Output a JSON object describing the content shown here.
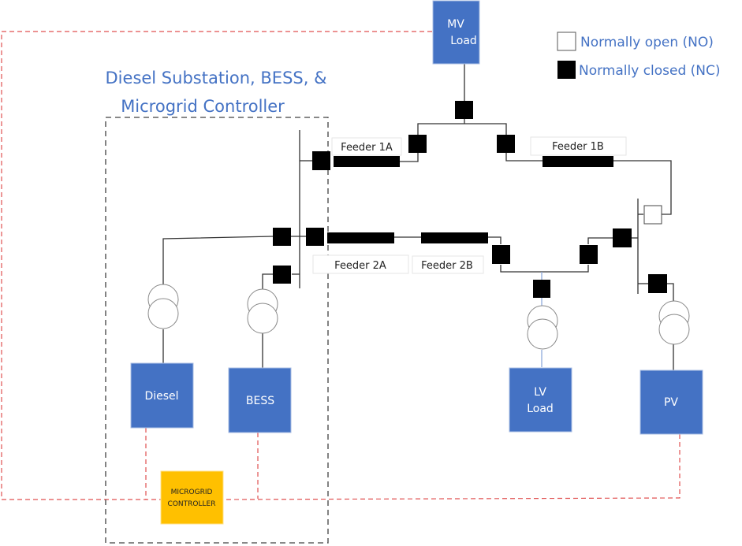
{
  "title": {
    "line1": "Diesel Substation, BESS, &",
    "line2": "Microgrid Controller"
  },
  "legend": {
    "open_label": "Normally open (NO)",
    "closed_label": "Normally closed (NC)"
  },
  "nodes": {
    "mv_load": {
      "line1": "MV",
      "line2": "Load"
    },
    "lv_load": {
      "line1": "LV",
      "line2": "Load"
    },
    "pv": {
      "label": "PV"
    },
    "diesel": {
      "label": "Diesel"
    },
    "bess": {
      "label": "BESS"
    },
    "controller": {
      "line1": "MICROGRID",
      "line2": "CONTROLLER"
    }
  },
  "feeders": {
    "f1a": "Feeder 1A",
    "f1b": "Feeder 1B",
    "f2a": "Feeder 2A",
    "f2b": "Feeder 2B"
  },
  "colors": {
    "component_fill": "#4472c4",
    "controller_fill": "#ffc000",
    "comm_line": "#e05050",
    "boundary": "#404040",
    "switch_closed": "#000000",
    "switch_open": "#ffffff"
  },
  "switch_states": {
    "nc_count": 13,
    "no_count": 1
  }
}
